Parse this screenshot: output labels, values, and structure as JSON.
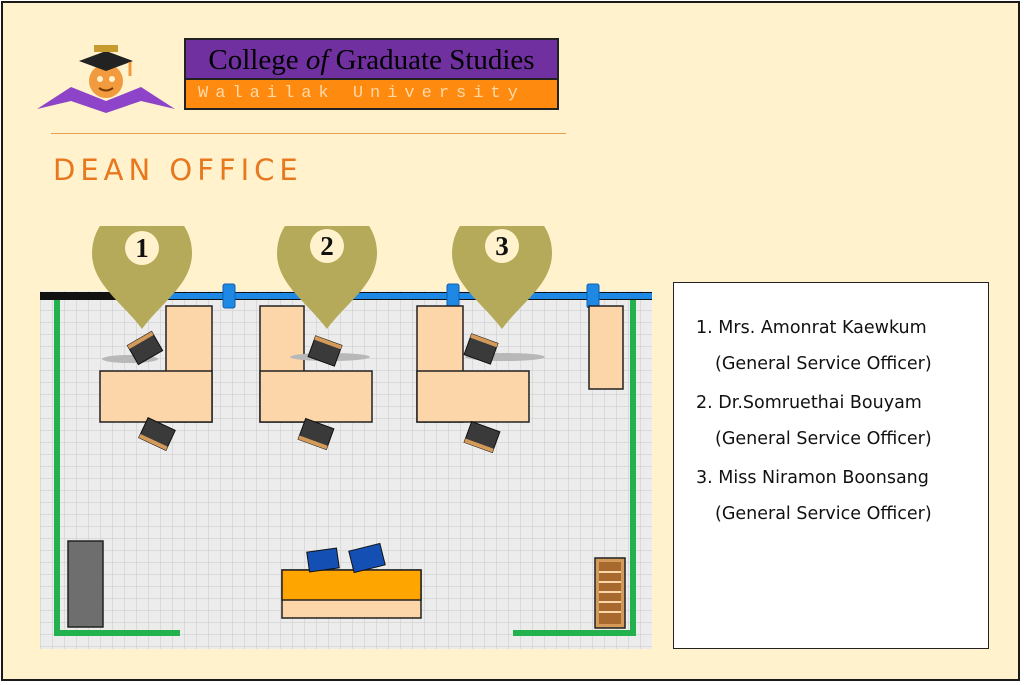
{
  "header": {
    "college_prefix": "College ",
    "college_em": "of",
    "college_suffix": " Graduate Studies",
    "university": "Walailak University"
  },
  "section_title": "DEAN OFFICE",
  "markers": [
    {
      "label": "1"
    },
    {
      "label": "2"
    },
    {
      "label": "3"
    }
  ],
  "staff": [
    {
      "number": "1.",
      "name": "Mrs. Amonrat Kaewkum",
      "role": "(General Service Officer)"
    },
    {
      "number": "2.",
      "name": "Dr.Somruethai Bouyam",
      "role": "(General Service Officer)"
    },
    {
      "number": "3.",
      "name": "Miss Niramon Boonsang",
      "role": "(General Service Officer)"
    }
  ],
  "colors": {
    "background": "#fff2cc",
    "purple": "#7030a0",
    "orange": "#ff8a10",
    "marker": "#b5a95a",
    "desk": "#fcd5a8",
    "wall_green": "#22b14c",
    "window_blue": "#1e88e5"
  }
}
